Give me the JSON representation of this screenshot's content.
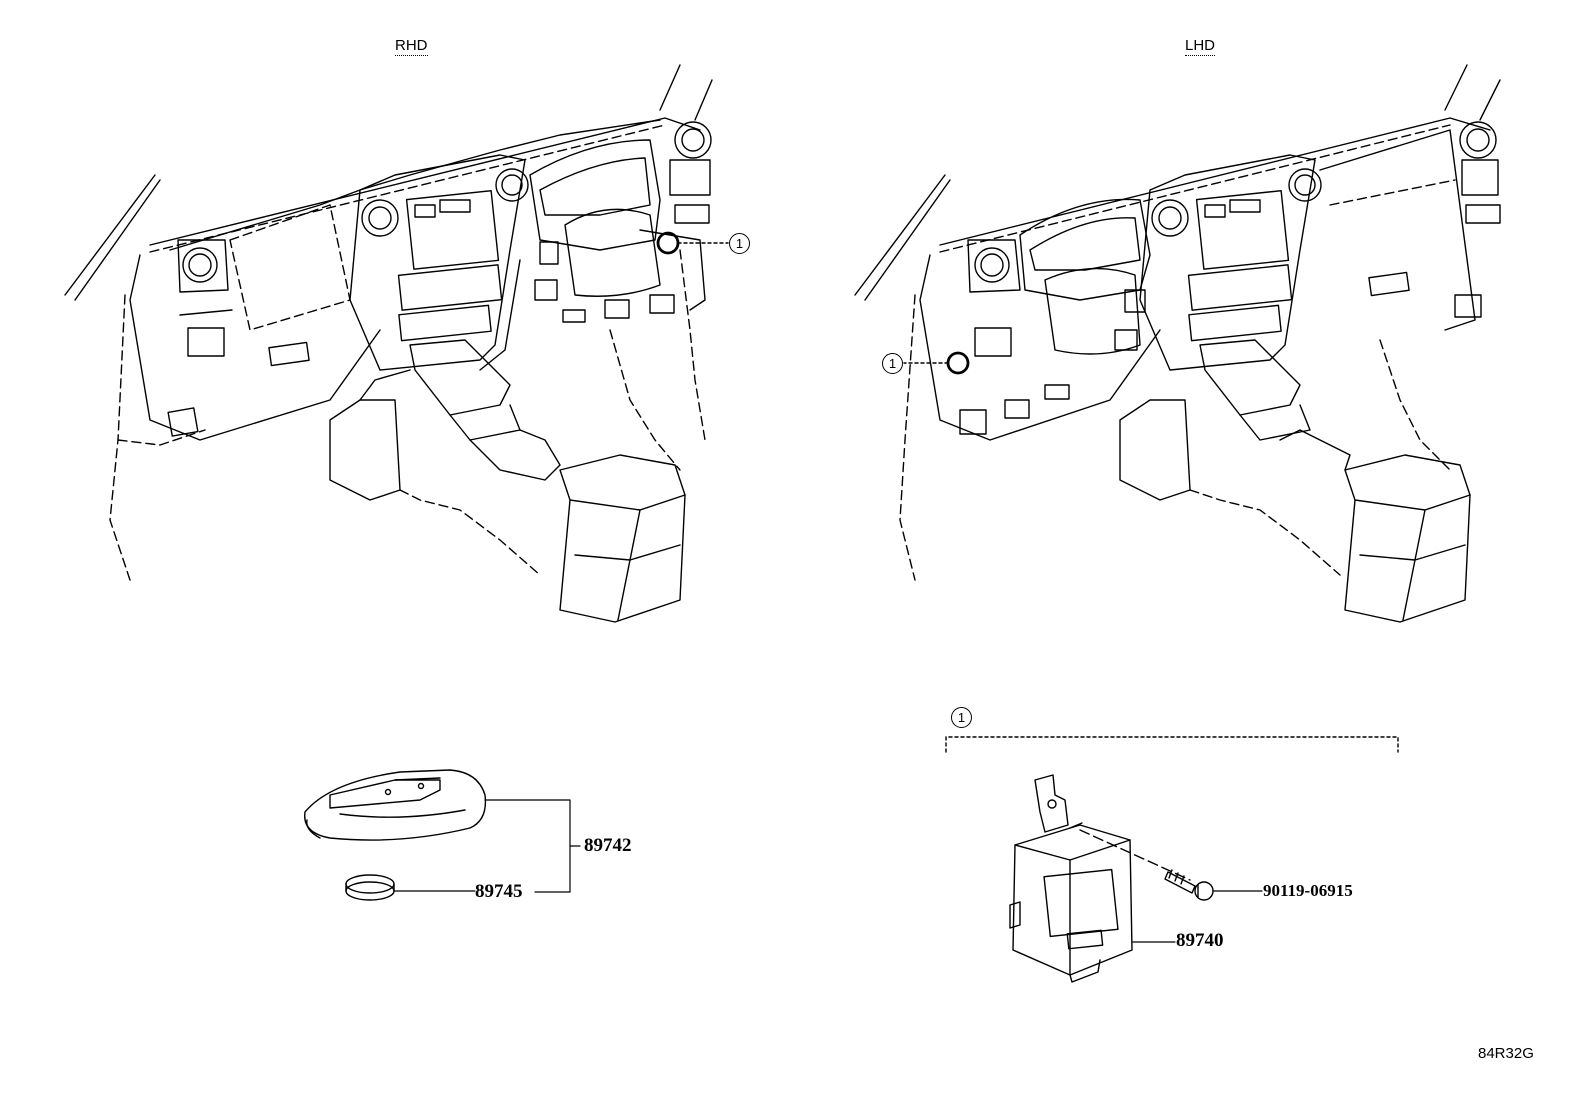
{
  "diagram": {
    "views": [
      {
        "label": "RHD"
      },
      {
        "label": "LHD"
      }
    ],
    "callouts": [
      "1",
      "1",
      "1"
    ],
    "parts": {
      "key_fob": "89742",
      "battery": "89745",
      "receiver": "89740",
      "bolt": "90119-06915"
    },
    "drawing_code": "84R32G"
  }
}
